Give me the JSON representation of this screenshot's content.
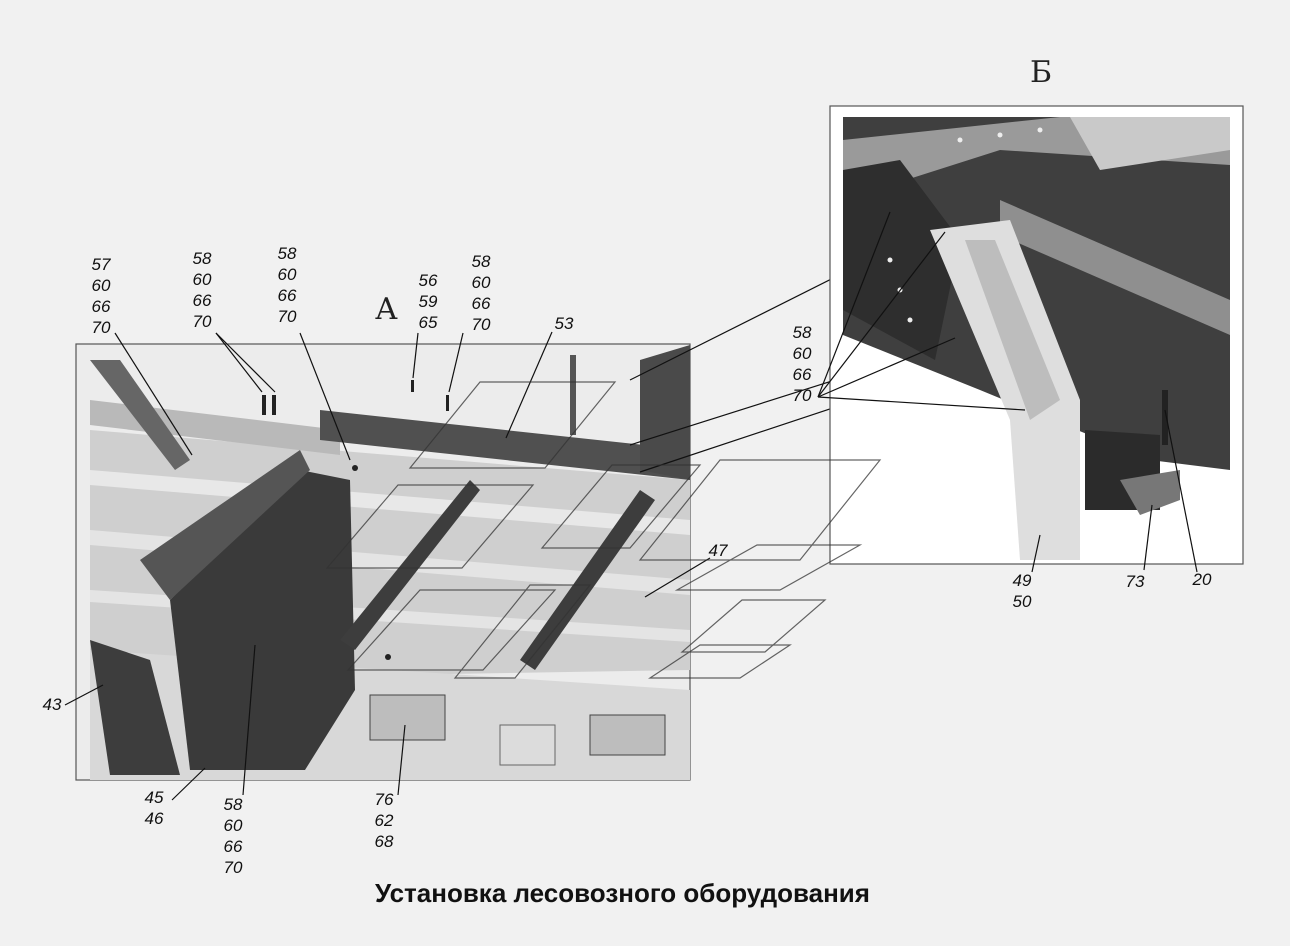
{
  "caption": "Установка лесовозного оборудования",
  "views": {
    "a": "А",
    "b": "Б"
  },
  "callouts_a": {
    "c1": "57\n60\n66\n70",
    "c2": "58\n60\n66\n70",
    "c3": "58\n60\n66\n70",
    "c4": "56\n59\n65",
    "c5": "58\n60\n66\n70",
    "c6": "53",
    "c7": "47",
    "c8": "43",
    "c9": "45\n46",
    "c10": "58\n60\n66\n70",
    "c11": "76\n62\n68"
  },
  "callouts_b": {
    "c1": "58\n60\n66\n70",
    "c2": "49\n50",
    "c3": "73",
    "c4": "20"
  },
  "colors": {
    "background": "#f1f1f1",
    "frame": "#555555",
    "dark_part": "#3a3a3a",
    "panel_light": "#c9c9c9",
    "watermark": "#333333"
  }
}
